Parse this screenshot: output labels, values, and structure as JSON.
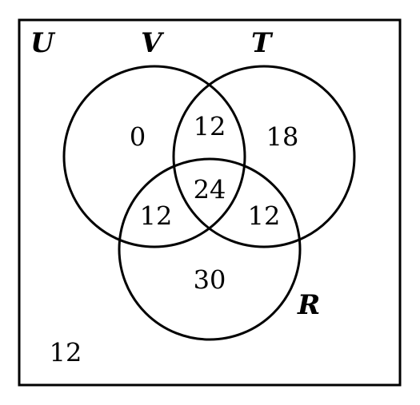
{
  "diagram": {
    "universe_label": "U",
    "set_labels": {
      "V": "V",
      "T": "T",
      "R": "R"
    },
    "regions": {
      "V_only": "0",
      "T_only": "18",
      "R_only": "30",
      "V_and_T_only": "12",
      "V_and_R_only": "12",
      "T_and_R_only": "12",
      "V_and_T_and_R": "24",
      "outside_all": "12"
    }
  }
}
